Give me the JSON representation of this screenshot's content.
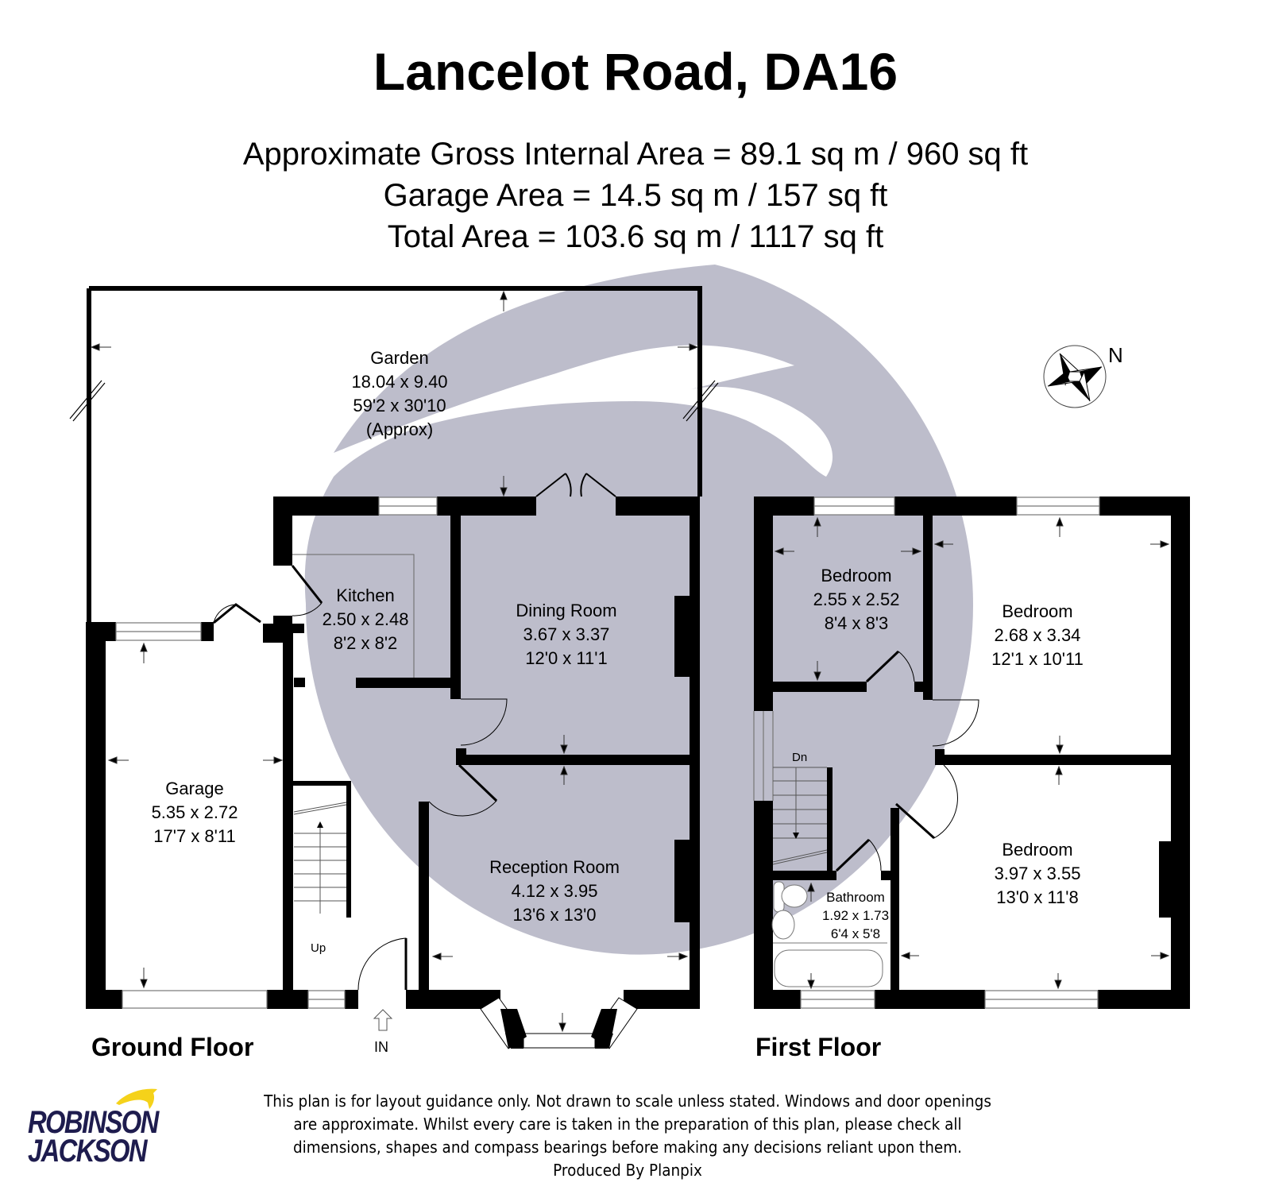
{
  "header": {
    "title": "Lancelot Road, DA16",
    "areas": [
      "Approximate Gross Internal Area = 89.1 sq m / 960 sq ft",
      "Garage Area = 14.5 sq m / 157 sq ft",
      "Total Area = 103.6 sq m / 1117 sq ft"
    ]
  },
  "ground_floor": {
    "name": "Ground Floor",
    "entrance_label": "IN",
    "stairs_label": "Up",
    "rooms": [
      {
        "name": "Garden",
        "metric": "18.04 x 9.40",
        "imperial": "59'2 x 30'10",
        "note": "(Approx)"
      },
      {
        "name": "Kitchen",
        "metric": "2.50 x 2.48",
        "imperial": "8'2 x 8'2"
      },
      {
        "name": "Dining Room",
        "metric": "3.67 x 3.37",
        "imperial": "12'0 x 11'1"
      },
      {
        "name": "Garage",
        "metric": "5.35 x 2.72",
        "imperial": "17'7 x 8'11"
      },
      {
        "name": "Reception Room",
        "metric": "4.12 x 3.95",
        "imperial": "13'6 x 13'0"
      }
    ]
  },
  "first_floor": {
    "name": "First Floor",
    "stairs_label": "Dn",
    "rooms": [
      {
        "name": "Bedroom",
        "metric": "2.55 x 2.52",
        "imperial": "8'4 x 8'3"
      },
      {
        "name": "Bedroom",
        "metric": "2.68 x 3.34",
        "imperial": "12'1 x 10'11"
      },
      {
        "name": "Bedroom",
        "metric": "3.97 x 3.55",
        "imperial": "13'0 x 11'8"
      },
      {
        "name": "Bathroom",
        "metric": "1.92 x 1.73",
        "imperial": "6'4 x 5'8"
      }
    ]
  },
  "compass": {
    "label": "N",
    "icon": "compass-rose-icon"
  },
  "footer": {
    "disclaimer": [
      "This plan is for layout guidance only. Not drawn to scale unless stated. Windows and door openings",
      "are approximate. Whilst every care is taken in the preparation of this plan, please check all",
      "dimensions, shapes and compass bearings before making any decisions reliant upon them.",
      "Produced By Planpix"
    ],
    "logo": {
      "line1": "ROBINSON",
      "line2": "JACKSON",
      "text_color": "#1e1c4e",
      "swift_color": "#f5d21a"
    }
  },
  "colors": {
    "wall": "#000000",
    "watermark": "#b9b9c8",
    "background": "#ffffff"
  }
}
